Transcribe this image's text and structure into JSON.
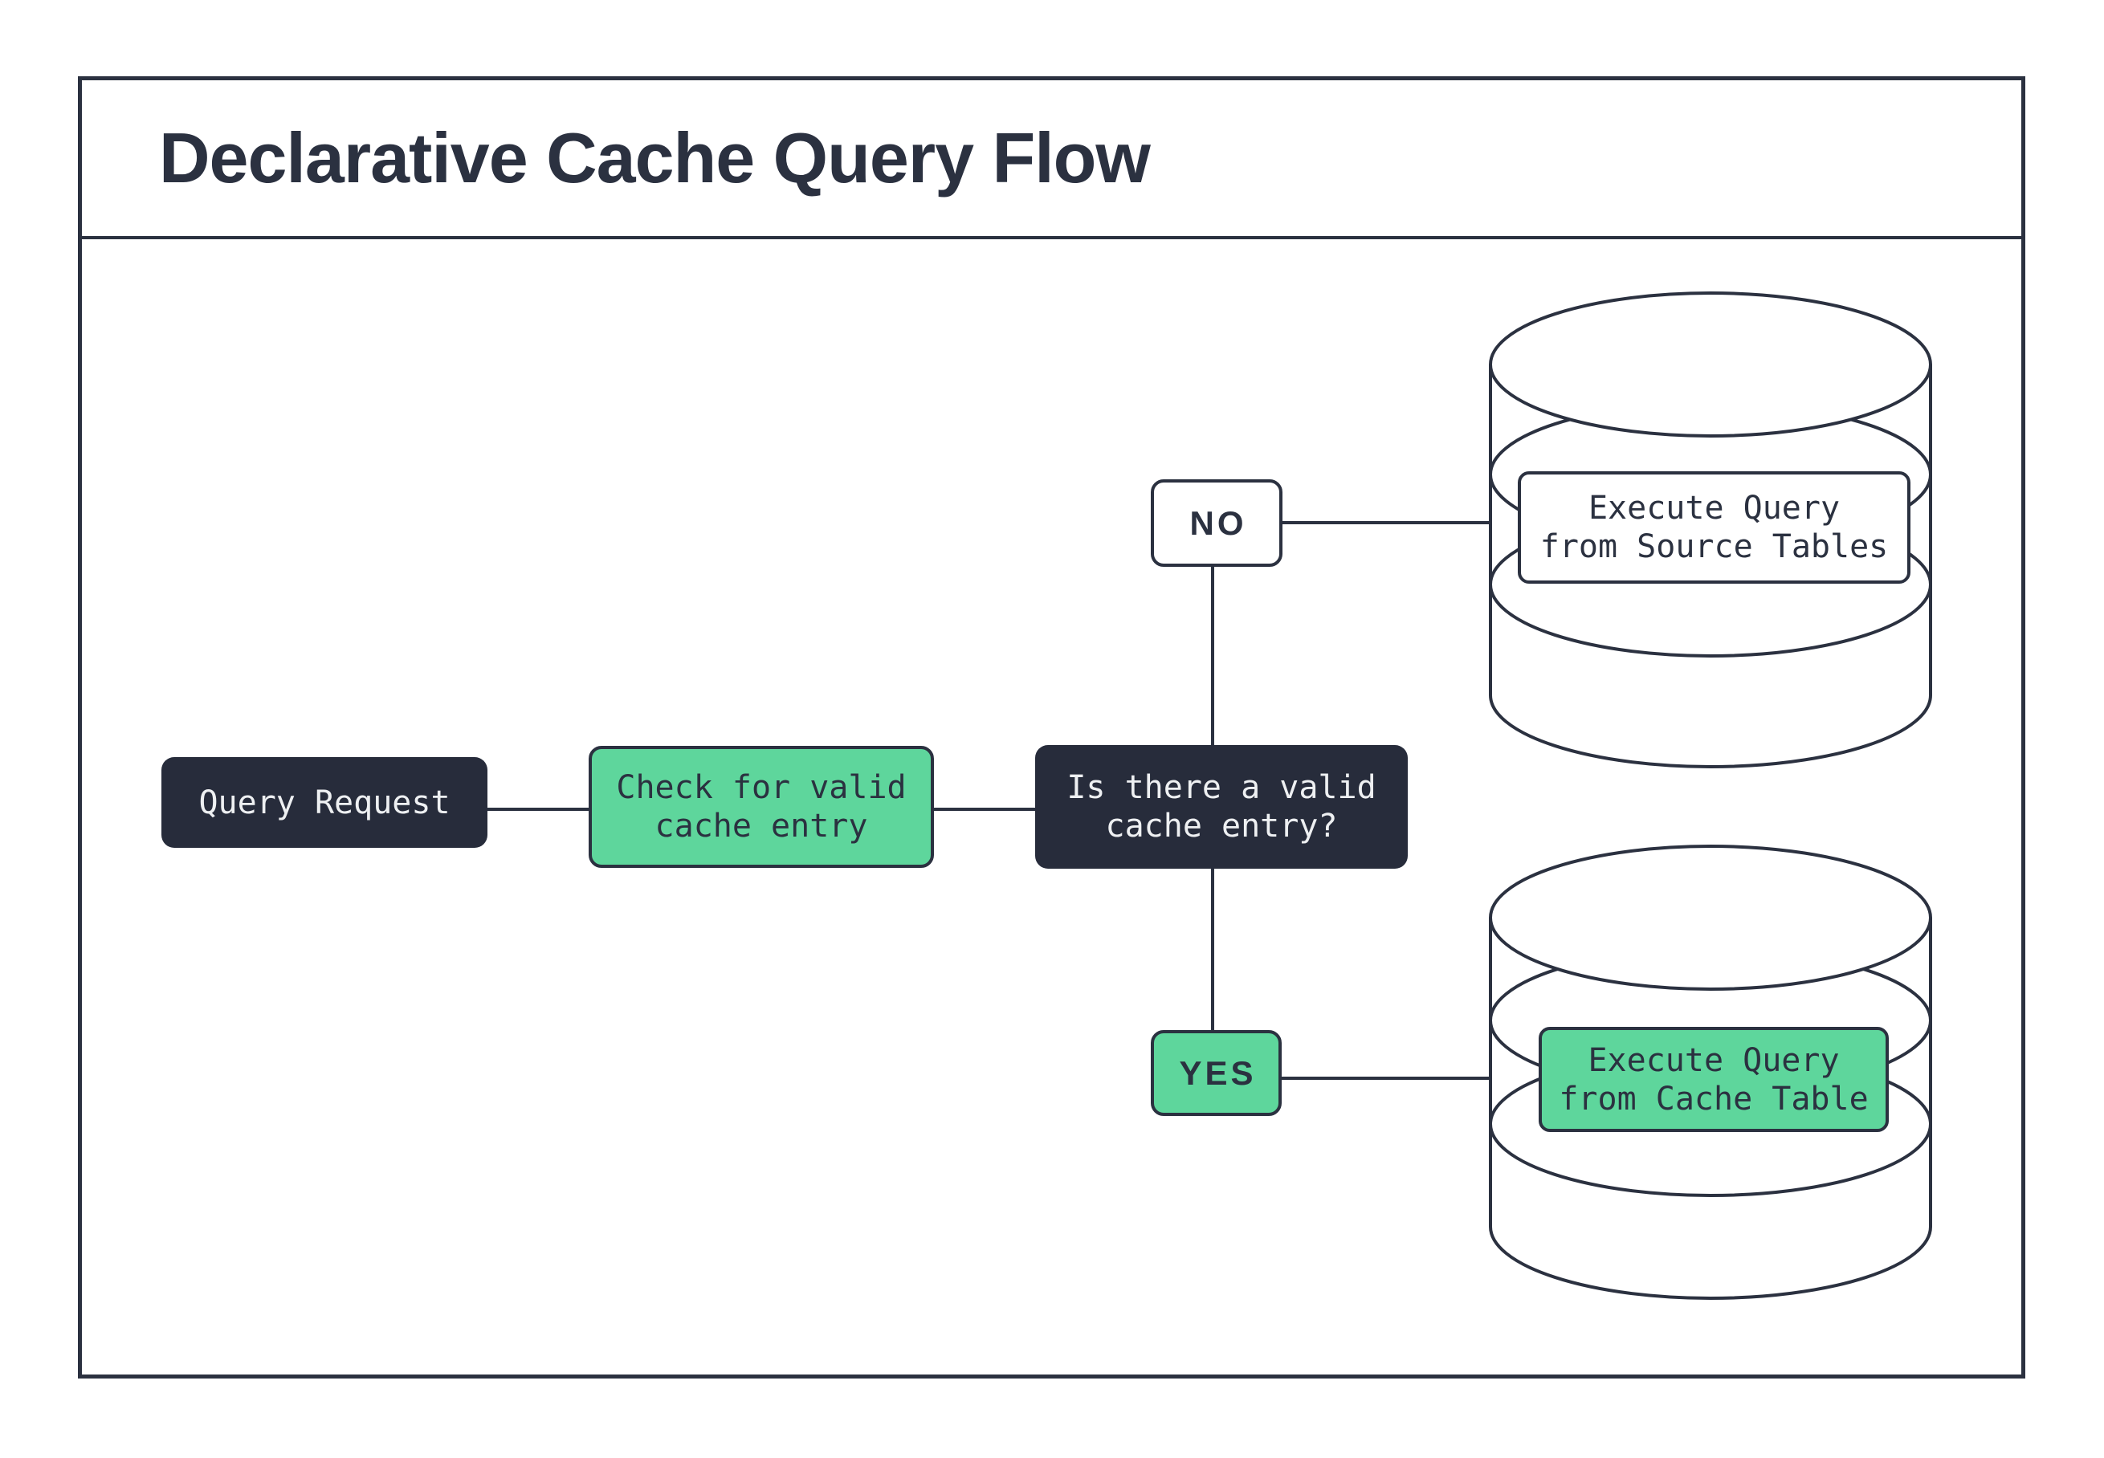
{
  "title": "Declarative Cache Query Flow",
  "colors": {
    "ink": "#2b3140",
    "node_dark": "#272c3b",
    "green": "#5ed69c",
    "light_text": "#eef0f2",
    "background": "#ffffff"
  },
  "nodes": {
    "query_request": {
      "label": "Query Request"
    },
    "check_cache": {
      "label": "Check for valid\ncache entry"
    },
    "decision": {
      "label": "Is there a valid\ncache entry?"
    },
    "branch_no": {
      "label": "NO"
    },
    "branch_yes": {
      "label": "YES"
    },
    "source_db": {
      "label": "Execute Query\nfrom Source Tables"
    },
    "cache_db": {
      "label": "Execute Query\nfrom Cache Table"
    }
  }
}
